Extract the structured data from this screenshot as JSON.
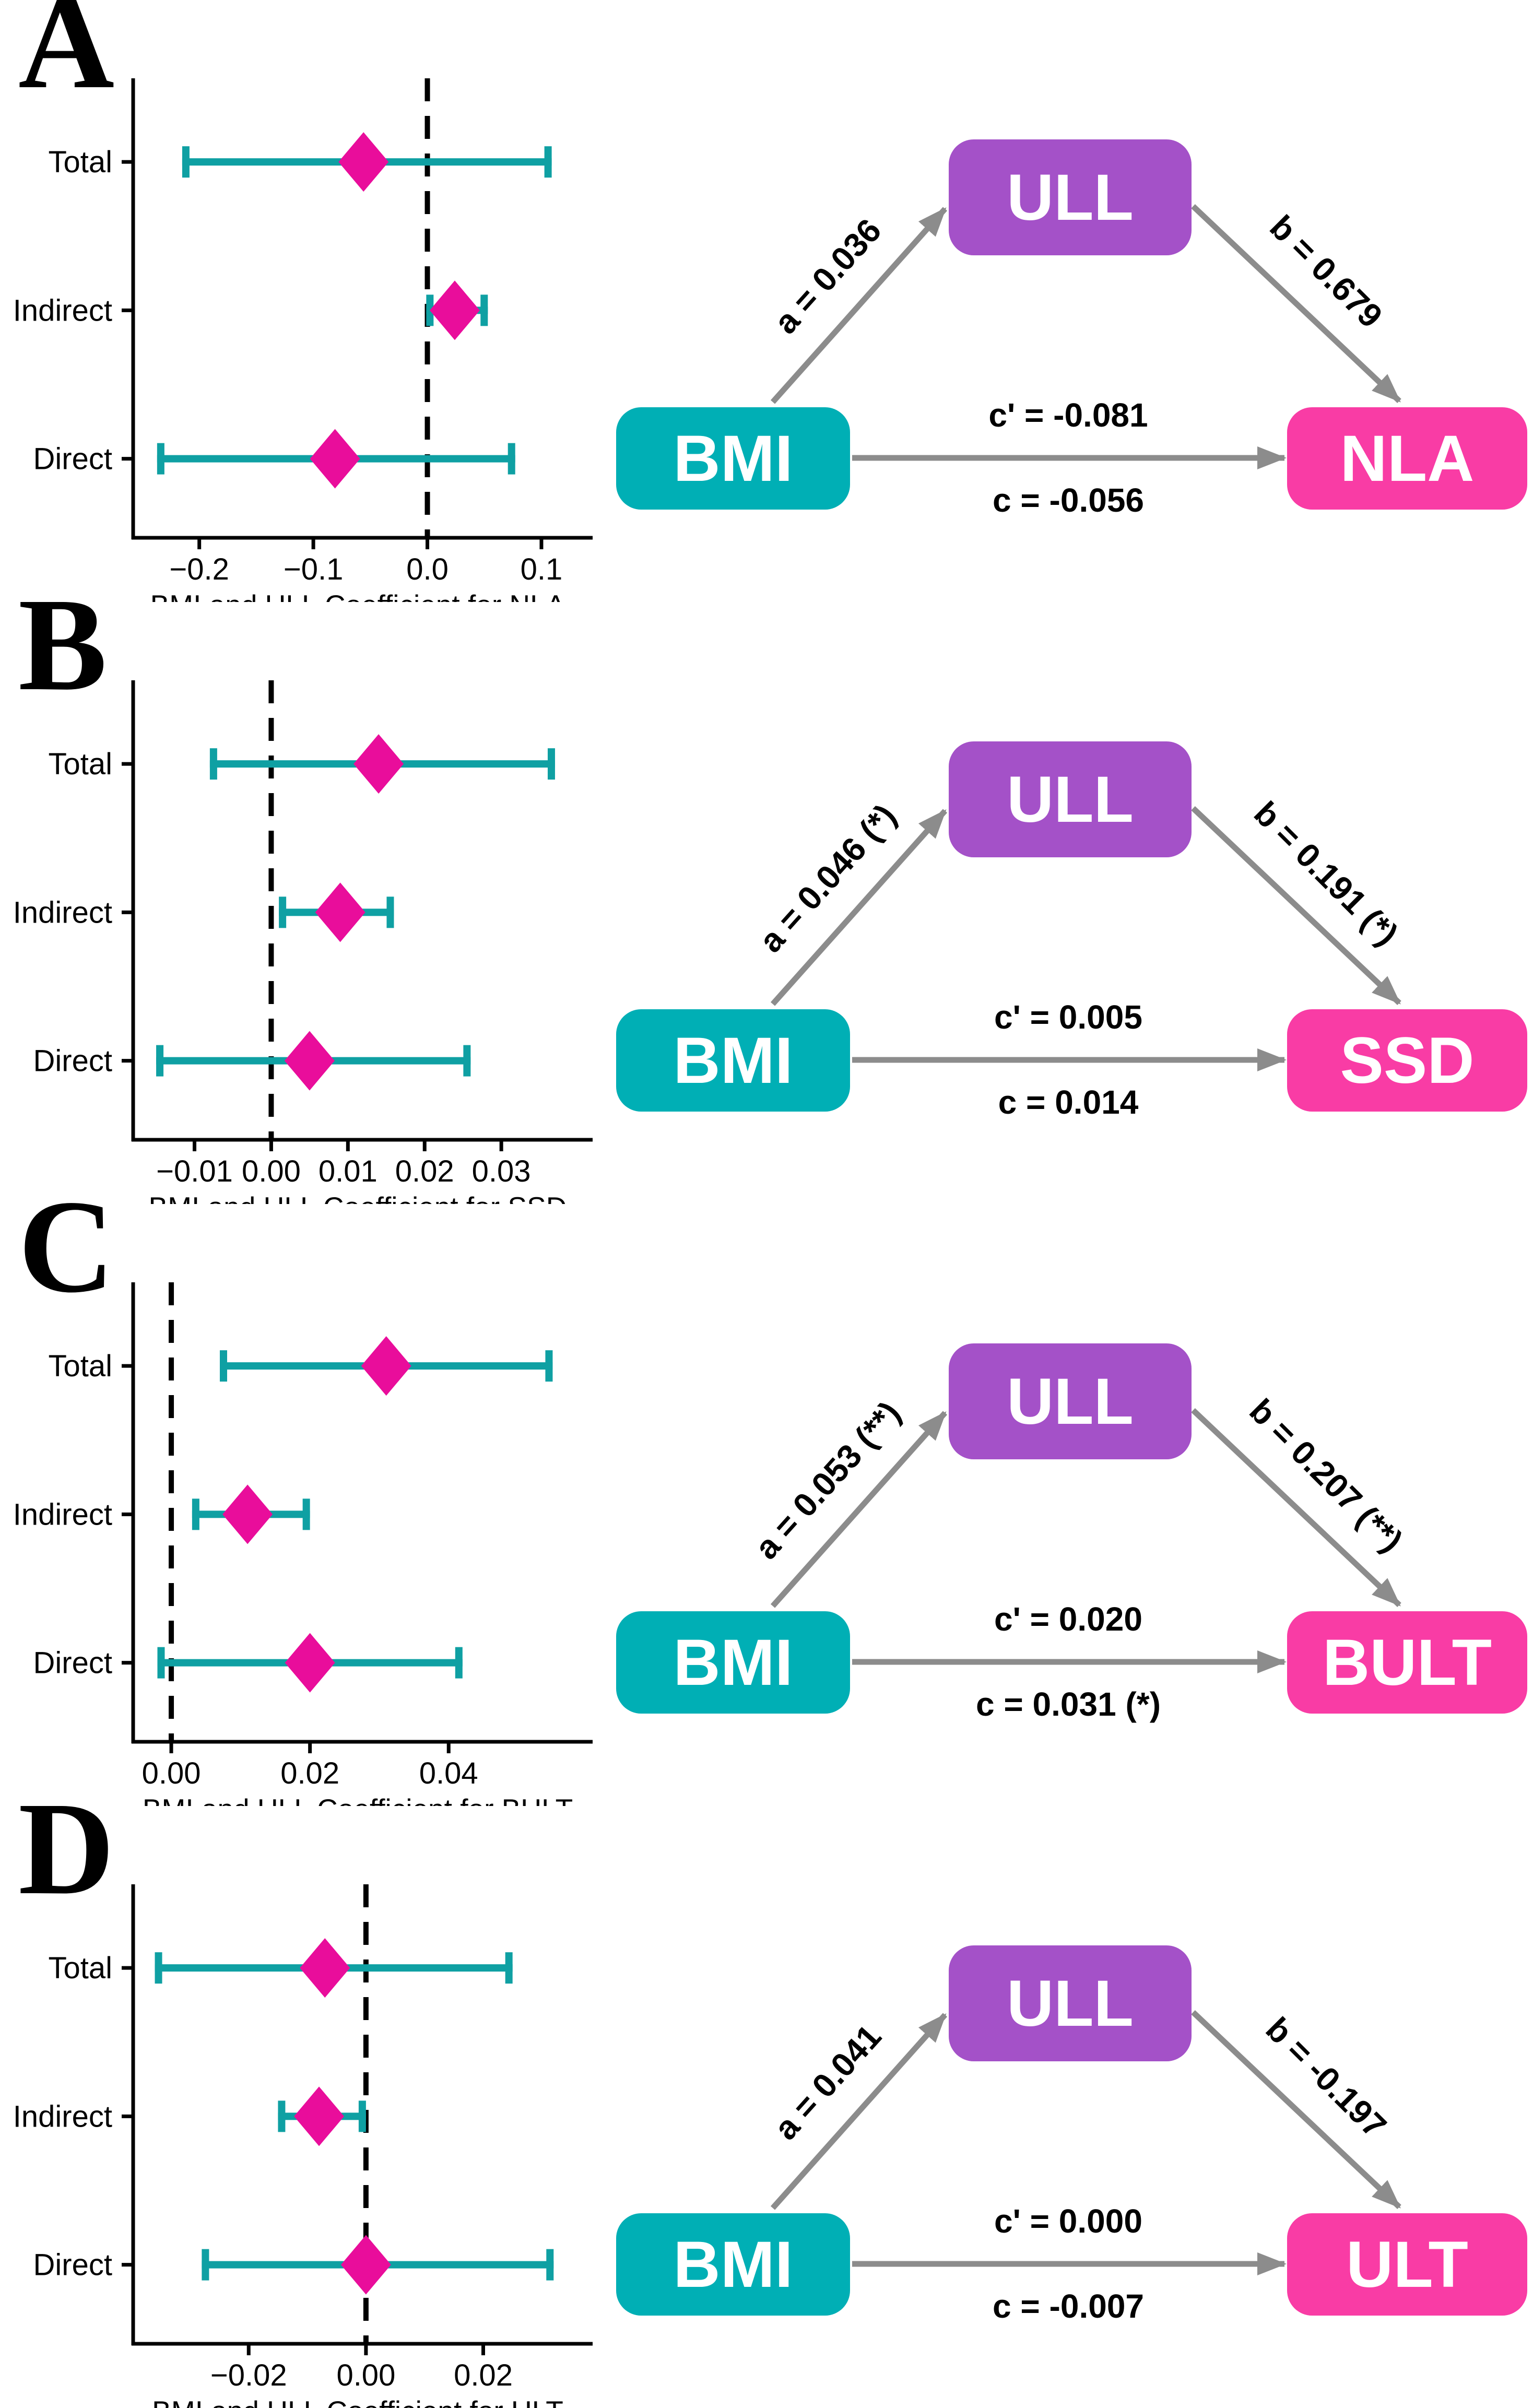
{
  "colors": {
    "exposure_box": "#00AFB5",
    "mediator_box": "#A451C8",
    "outcome_box": "#F93CA5",
    "error_bar": "#0FA0A3",
    "diamond": "#E90D9B",
    "arrow": "#8C8C8C",
    "axis": "#000000",
    "dashed_line": "#000000"
  },
  "chart_data": [
    {
      "type": "forest+mediation",
      "panel": "A",
      "forest": {
        "type": "scatter",
        "xlabel": "BMI and ULL Coefficient for NLA",
        "xlim": [
          -0.258,
          0.122
        ],
        "zero_line": 0,
        "xticks": [
          -0.2,
          -0.1,
          0.0,
          0.1
        ],
        "xtick_labels": [
          "−0.2",
          "−0.1",
          "0.0",
          "0.1"
        ],
        "categories": [
          "Total",
          "Indirect",
          "Direct"
        ],
        "estimates": [
          -0.056,
          0.024,
          -0.081
        ],
        "ci_low": [
          -0.215,
          -0.001,
          -0.237
        ],
        "ci_high": [
          0.109,
          0.053,
          0.077
        ],
        "grid": false,
        "legend": "none"
      },
      "mediation": {
        "exposure": "BMI",
        "mediator": "ULL",
        "outcome": "NLA",
        "a": "a = 0.036",
        "b": "b = 0.679",
        "c_prime": "c' = -0.081",
        "c": "c = -0.056"
      }
    },
    {
      "type": "forest+mediation",
      "panel": "B",
      "forest": {
        "type": "scatter",
        "xlabel": "BMI and ULL Coefficient for SSD",
        "xlim": [
          -0.018,
          0.0385
        ],
        "zero_line": 0,
        "xticks": [
          -0.01,
          0.0,
          0.01,
          0.02,
          0.03
        ],
        "xtick_labels": [
          "−0.01",
          "0.00",
          "0.01",
          "0.02",
          "0.03"
        ],
        "categories": [
          "Total",
          "Indirect",
          "Direct"
        ],
        "estimates": [
          0.014,
          0.009,
          0.005
        ],
        "ci_low": [
          -0.008,
          0.001,
          -0.015
        ],
        "ci_high": [
          0.037,
          0.016,
          0.026
        ],
        "grid": false,
        "legend": "none"
      },
      "mediation": {
        "exposure": "BMI",
        "mediator": "ULL",
        "outcome": "SSD",
        "a": "a = 0.046 (*)",
        "b": "b = 0.191 (*)",
        "c_prime": "c' = 0.005",
        "c": "c = 0.014"
      }
    },
    {
      "type": "forest+mediation",
      "panel": "C",
      "forest": {
        "type": "scatter",
        "xlabel": "BMI and ULL Coefficient for BULT",
        "xlim": [
          -0.0055,
          0.057
        ],
        "zero_line": 0,
        "xticks": [
          0.0,
          0.02,
          0.04
        ],
        "xtick_labels": [
          "0.00",
          "0.02",
          "0.04"
        ],
        "categories": [
          "Total",
          "Indirect",
          "Direct"
        ],
        "estimates": [
          0.031,
          0.011,
          0.02
        ],
        "ci_low": [
          0.007,
          0.003,
          -0.002
        ],
        "ci_high": [
          0.055,
          0.02,
          0.042
        ],
        "grid": false,
        "legend": "none"
      },
      "mediation": {
        "exposure": "BMI",
        "mediator": "ULL",
        "outcome": "BULT",
        "a": "a = 0.053 (**)",
        "b": "b = 0.207 (**)",
        "c_prime": "c' = 0.020",
        "c": "c = 0.031 (*)"
      }
    },
    {
      "type": "forest+mediation",
      "panel": "D",
      "forest": {
        "type": "scatter",
        "xlabel": "BMI and ULL Coefficient for ULT",
        "xlim": [
          -0.0397,
          0.0342
        ],
        "zero_line": 0,
        "xticks": [
          -0.02,
          0.0,
          0.02
        ],
        "xtick_labels": [
          "−0.02",
          "0.00",
          "0.02"
        ],
        "categories": [
          "Total",
          "Indirect",
          "Direct"
        ],
        "estimates": [
          -0.007,
          -0.008,
          0.0
        ],
        "ci_low": [
          -0.036,
          -0.015,
          -0.028
        ],
        "ci_high": [
          0.025,
          0.0,
          0.032
        ],
        "grid": false,
        "legend": "none"
      },
      "mediation": {
        "exposure": "BMI",
        "mediator": "ULL",
        "outcome": "ULT",
        "a": "a = 0.041",
        "b": "b = -0.197",
        "c_prime": "c' = 0.000",
        "c": "c = -0.007"
      }
    }
  ]
}
